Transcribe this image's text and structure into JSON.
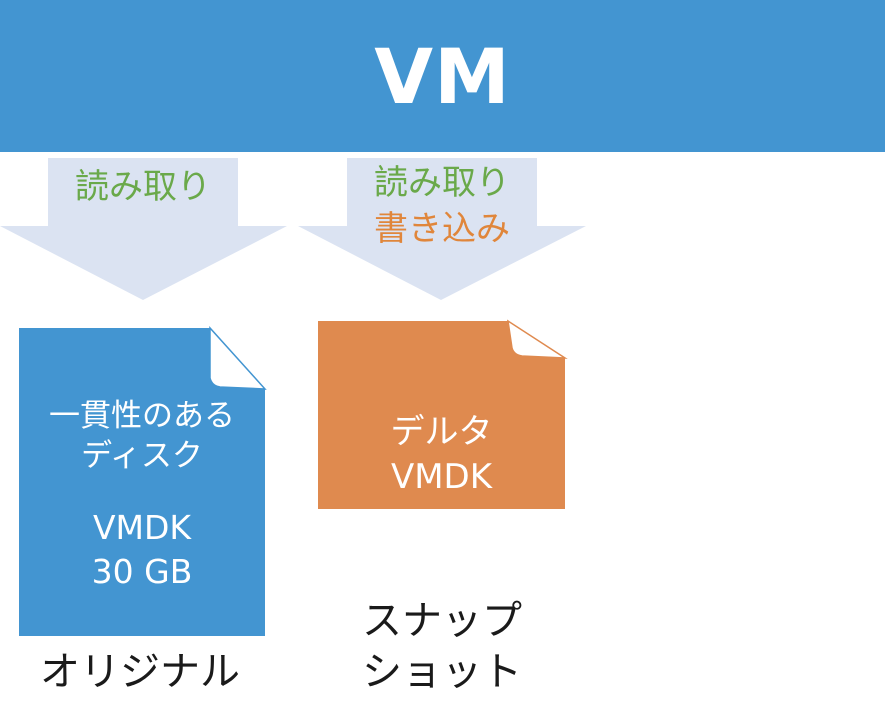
{
  "vm": {
    "title": "VM"
  },
  "left_column": {
    "arrow": {
      "read_label": "読み取り"
    },
    "document": {
      "line1": "一貫性のある",
      "line2": "ディスク",
      "line3": "VMDK",
      "line4": "30 GB"
    },
    "caption": "オリジナル"
  },
  "right_column": {
    "arrow": {
      "read_label": "読み取り",
      "write_label": "書き込み"
    },
    "document": {
      "line1": "デルタ",
      "line2": "VMDK"
    },
    "caption_line1": "スナップ",
    "caption_line2": "ショット"
  },
  "colors": {
    "banner": "#4395d1",
    "arrow": "#dbe3f2",
    "read_text": "#6aa94a",
    "write_text": "#e0863b",
    "original_doc": "#4395d1",
    "delta_doc": "#df8a4f",
    "fold_fill": "#ffffff"
  }
}
